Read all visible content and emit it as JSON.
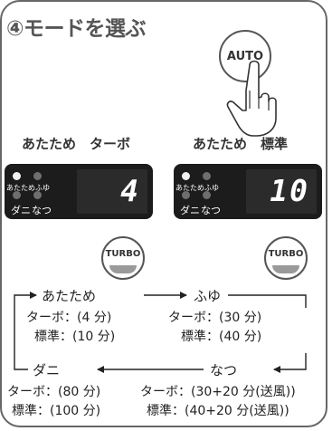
{
  "title": "④モードを選ぶ",
  "auto_button": "AUTO",
  "captions": {
    "left": "あたため　ターボ",
    "right": "あたため　標準"
  },
  "display_left": {
    "labels": {
      "atatame": "あたため",
      "fuyu": "ふゆ",
      "dani": "ダニ",
      "natsu": "なつ"
    },
    "digit": "4"
  },
  "display_right": {
    "labels": {
      "atatame": "あたため",
      "fuyu": "ふゆ",
      "dani": "ダニ",
      "natsu": "なつ"
    },
    "digit": "10"
  },
  "turbo_button": "TURBO",
  "cycle": {
    "atatame": {
      "name": "あたため",
      "turbo": "ターボ：(4 分)",
      "standard": "標準：(10 分)"
    },
    "fuyu": {
      "name": "ふゆ",
      "turbo": "ターボ：(30 分)",
      "standard": "標準：(40 分)"
    },
    "dani": {
      "name": "ダニ",
      "turbo": "ターボ：(80 分)",
      "standard": "標準：(100 分)"
    },
    "natsu": {
      "name": "なつ",
      "turbo": "ターボ：(30+20 分(送風))",
      "standard": "標準：(40+20 分(送風))"
    }
  },
  "colors": {
    "frame": "#666666",
    "display": "#1c1c1c",
    "led_on": "#f2f2f2",
    "led_off": "#6e6e6e"
  }
}
